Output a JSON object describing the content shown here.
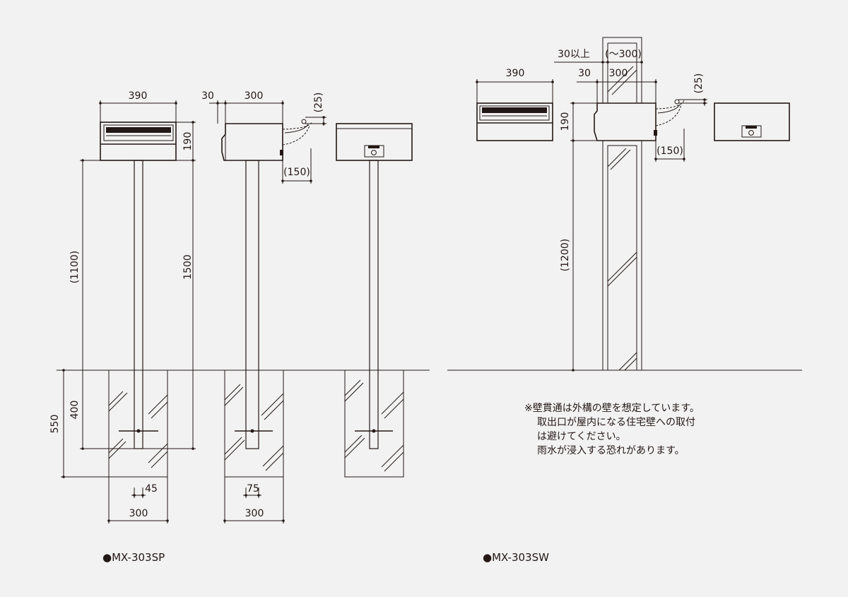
{
  "models": {
    "sp": "●MX-303SP",
    "sw": "●MX-303SW"
  },
  "dims": {
    "width_390": "390",
    "depth_300": "300",
    "offset_30": "30",
    "height_190": "190",
    "lid_25": "(25)",
    "lid_150": "(150)",
    "post_1100": "(1100)",
    "total_1500": "1500",
    "bury_400": "400",
    "bury_550": "550",
    "post_45": "45",
    "post_75": "75",
    "base_300": "300",
    "wall_30_min": "30以上",
    "wall_range": "(～300)",
    "wall_1200": "(1200)"
  },
  "note": {
    "line1": "※壁貫通は外構の壁を想定しています。",
    "line2": "取出口が屋内になる住宅壁への取付",
    "line3": "は避けてください。",
    "line4": "雨水が浸入する恐れがあります。"
  }
}
